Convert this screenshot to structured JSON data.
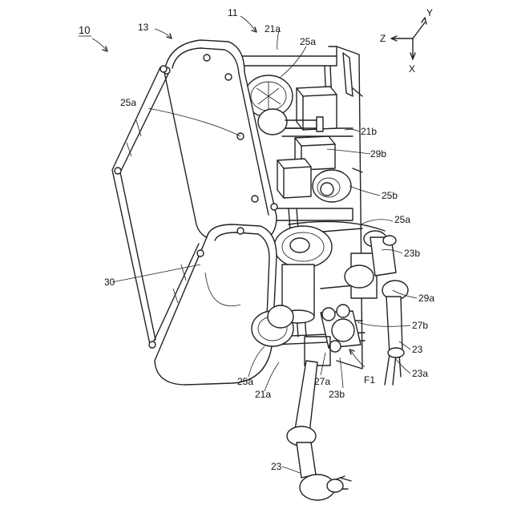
{
  "figure": {
    "ref_main": "10",
    "ref_hull": "13",
    "ref_body": "11",
    "ref_cover": "30",
    "ref_hatch": "F1"
  },
  "axes": {
    "z": "Z",
    "y": "Y",
    "x": "X"
  },
  "labels": {
    "l21a_top": "21a",
    "l25a_top": "25a",
    "l25a_left": "25a",
    "l21b": "21b",
    "l29b": "29b",
    "l25b": "25b",
    "l25a_mid": "25a",
    "l23b_right": "23b",
    "l29a": "29a",
    "l27b": "27b",
    "l23_right": "23",
    "l23a": "23a",
    "l25a_bottom": "25a",
    "l21a_bottom": "21a",
    "l27a": "27a",
    "l23b_bottom": "23b",
    "l23_bottom": "23"
  }
}
